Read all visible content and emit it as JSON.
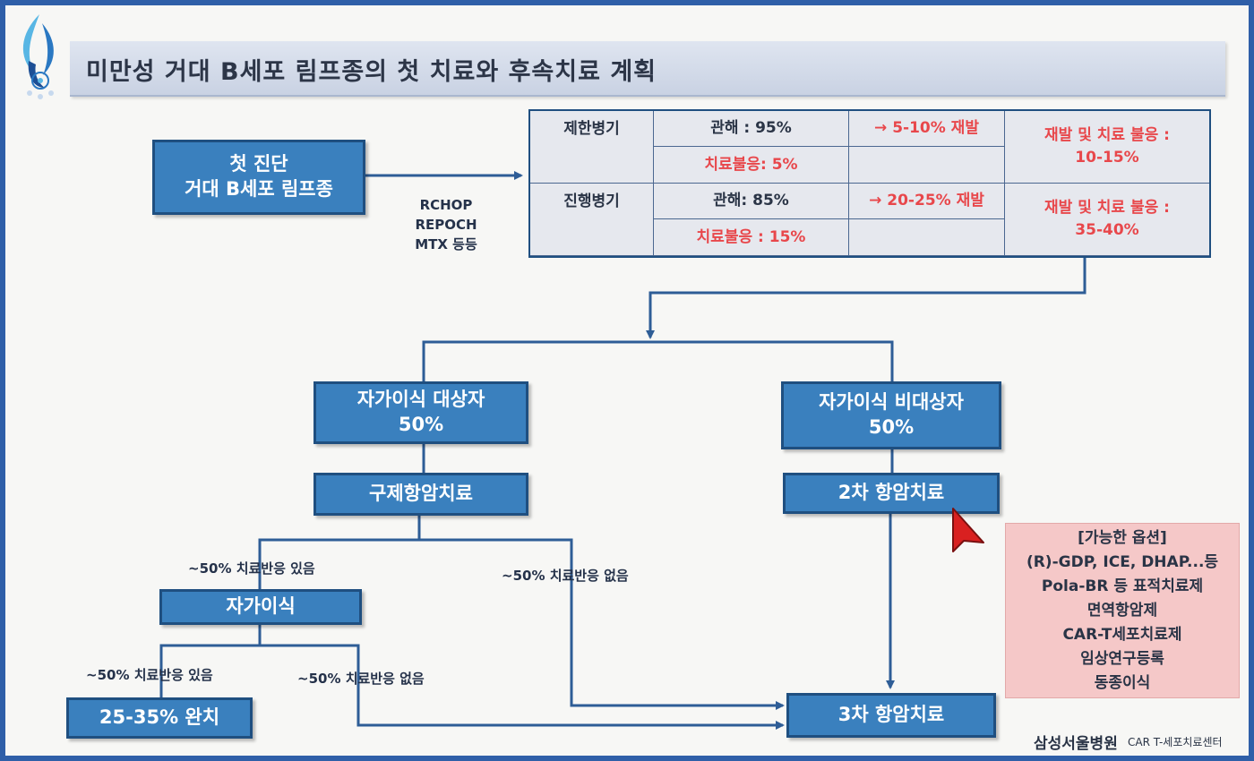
{
  "colors": {
    "box_fill": "#3a80be",
    "box_border": "#1f4f80",
    "connector": "#2e5d96",
    "highlight_red": "#e8474b",
    "options_bg": "#f5c8c8",
    "cursor": "#d92020"
  },
  "logo": {
    "icon": "hospital-flame-logo-icon"
  },
  "title": "미만성 거대 B세포 림프종의 첫 치료와 후속치료 계획",
  "nodes": {
    "initial_diagnosis": {
      "line1": "첫 진단",
      "line2": "거대 B세포 림프종"
    },
    "asct_eligible": {
      "line1": "자가이식 대상자",
      "line2": "50%"
    },
    "salvage_chemo": {
      "label": "구제항암치료"
    },
    "asct_ineligible": {
      "line1": "자가이식 비대상자",
      "line2": "50%"
    },
    "second_line": {
      "label": "2차 항암치료"
    },
    "asct": {
      "label": "자가이식"
    },
    "complete_cure": {
      "label": "25-35% 완치"
    },
    "third_line": {
      "label": "3차 항암치료"
    }
  },
  "first_line_regimens": [
    "RCHOP",
    "REPOCH",
    "MTX 등등"
  ],
  "stage_table": {
    "rows": [
      {
        "stage": "제한병기",
        "remission": "관해 : 95%",
        "refractory": "치료불응: 5%",
        "relapse": "→ 5-10% 재발",
        "total_line1": "재발 및 치료 불응 :",
        "total_line2": "10-15%"
      },
      {
        "stage": "진행병기",
        "remission": "관해: 85%",
        "refractory": "치료불응 : 15%",
        "relapse": "→ 20-25% 재발",
        "total_line1": "재발 및 치료 불응 :",
        "total_line2": "35-40%"
      }
    ]
  },
  "edge_labels": {
    "salvage_response_yes": "~50% 치료반응 있음",
    "salvage_response_no": "~50% 치료반응 없음",
    "asct_response_yes": "~50% 치료반응 있음",
    "asct_response_no": "~50% 치료반응 없음"
  },
  "options": {
    "title": "[가능한 옵션]",
    "items": [
      "(R)-GDP, ICE, DHAP...등",
      "Pola-BR 등 표적치료제",
      "면역항암제",
      "CAR-T세포치료제",
      "임상연구등록",
      "동종이식"
    ]
  },
  "footer": {
    "hospital": "삼성서울병원",
    "center": "CAR T-세포치료센터"
  }
}
